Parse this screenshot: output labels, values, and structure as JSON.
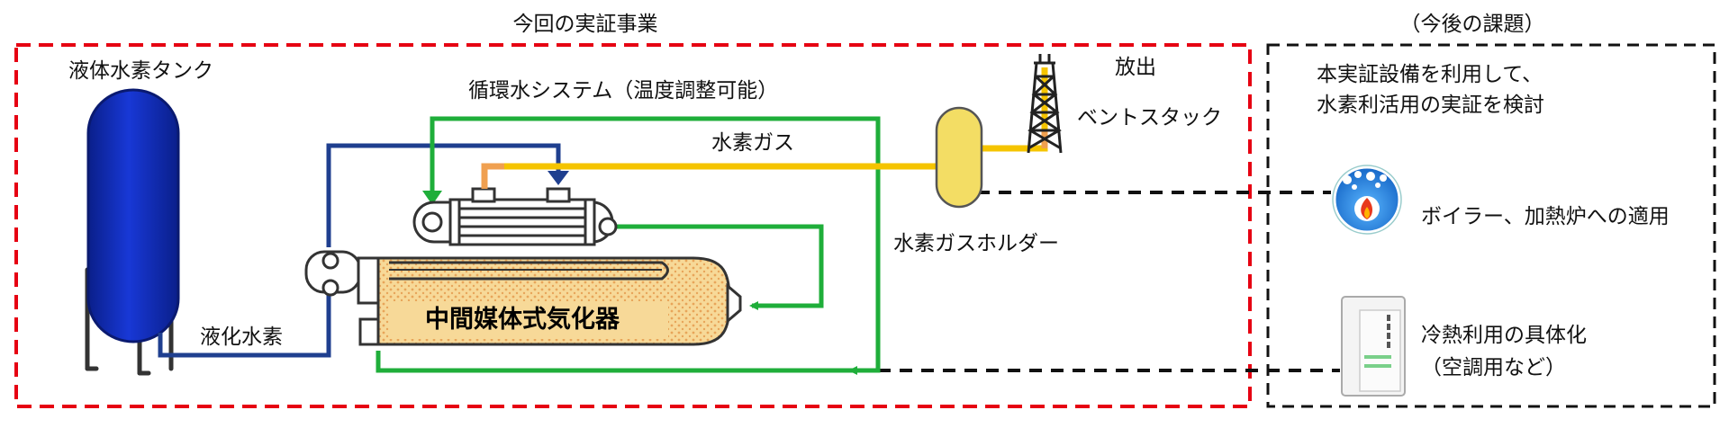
{
  "project_box": {
    "title": "今回の実証事業"
  },
  "future_box": {
    "title": "（今後の課題）",
    "note_line1": "本実証設備を利用して、",
    "note_line2": "水素利活用の実証を検討"
  },
  "labels": {
    "tank": "液体水素タンク",
    "circulation": "循環水システム（温度調整可能）",
    "hydrogen_gas": "水素ガス",
    "release": "放出",
    "vent_stack": "ベントスタック",
    "gas_holder": "水素ガスホルダー",
    "liquid_hydrogen": "液化水素",
    "vaporizer": "中間媒体式気化器",
    "boiler_use": "ボイラー、加熱炉への適用",
    "cold_use_line1": "冷熱利用の具体化",
    "cold_use_line2": "（空調用など）"
  },
  "colors": {
    "red_box": "#e60012",
    "black_box": "#111111",
    "tank_blue": "#0d2bbf",
    "pipe_blue": "#1f3f8f",
    "pipe_green": "#1fae3a",
    "pipe_yellow": "#f5c400",
    "pipe_orange": "#f0a050",
    "holder_yellow": "#f3dd64",
    "vaporizer_fill": "#f7d998"
  },
  "icons": [
    "flame-icon",
    "air-conditioner-icon"
  ]
}
